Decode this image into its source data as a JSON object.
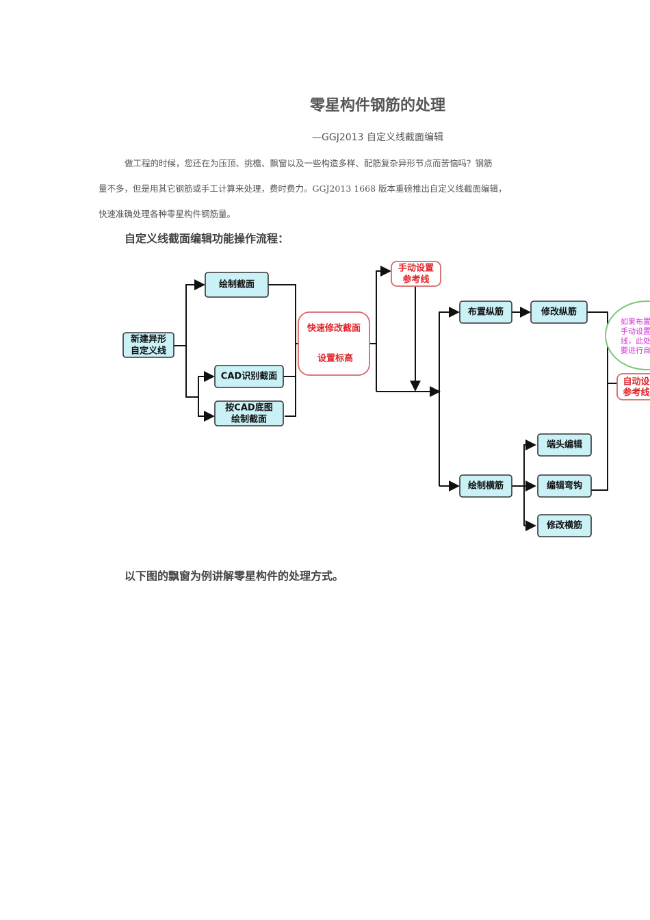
{
  "title": "零星构件钢筋的处理",
  "subtitle": "—GGJ2013 自定义线截面编辑",
  "intro": {
    "line1": "做工程的时候，您还在为压顶、挑檐、飘窗以及一些构造多样、配筋复杂异形节点而苦恼吗？钢筋",
    "line2": "量不多，但是用其它钢筋或手工计算来处理，费时费力。GGJ2013 1668 版本重磅推出自定义线截面编辑，",
    "line3": "快速准确处理各种零星构件钢筋量。"
  },
  "section1": "自定义线截面编辑功能操作流程：",
  "flow": {
    "start": [
      "新建异形",
      "自定义线"
    ],
    "draw_section": "绘制截面",
    "cad_identify": "CAD识别截面",
    "cad_draw": [
      "按CAD底图",
      "绘制截面"
    ],
    "quick_modify": "快速修改截面",
    "set_elevation": "设置标高",
    "manual_ref": [
      "手动设置",
      "参考线"
    ],
    "place_long": "布置纵筋",
    "modify_long": "修改纵筋",
    "auto_ref": [
      "自动设",
      "参考线"
    ],
    "cloud_note": [
      "如果布置",
      "手动设置",
      "线，此处",
      "要进行自"
    ],
    "draw_trans": "绘制横筋",
    "end_edit": "端头编辑",
    "edit_hook": "编辑弯钩",
    "modify_trans": "修改横筋",
    "accent_red": "#e0242a",
    "accent_cyan": "#c9f1f6",
    "cloud_color": "#d32fd6"
  },
  "section2": "以下图的飘窗为例讲解零星构件的处理方式。"
}
